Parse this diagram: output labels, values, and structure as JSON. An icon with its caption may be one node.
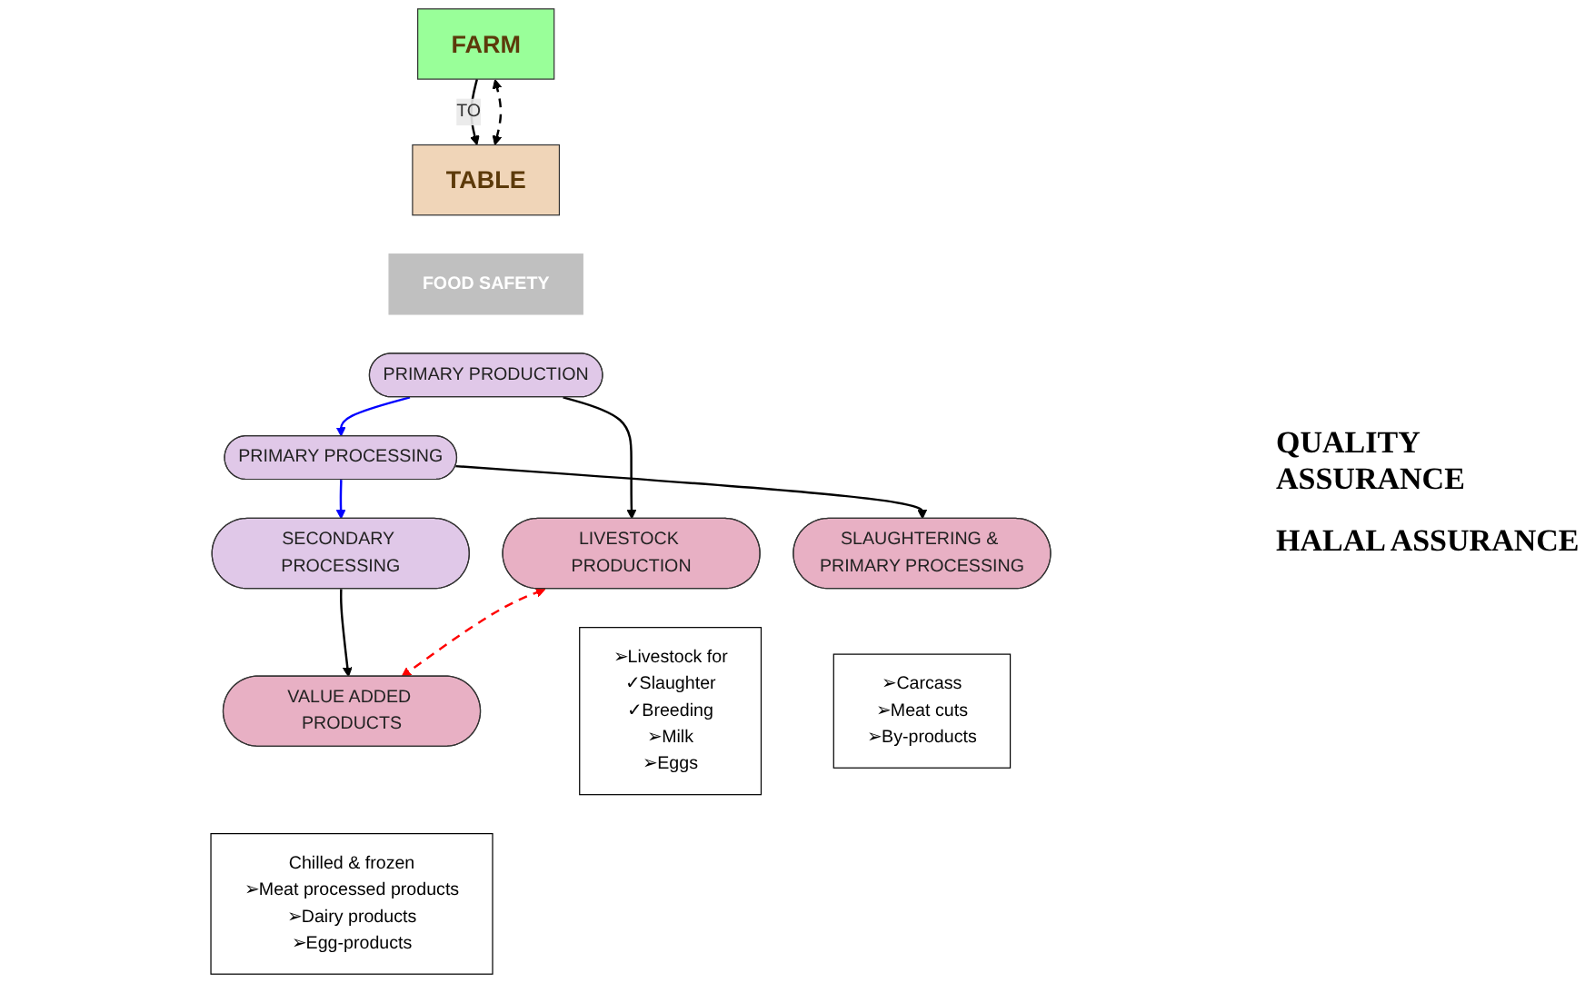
{
  "diagram": {
    "nodes": [
      {
        "text": [
          "FARM"
        ]
      },
      {
        "text": [
          "TABLE"
        ]
      },
      {
        "text": [
          "FOOD SAFETY"
        ]
      },
      {
        "text": [
          "PRIMARY PRODUCTION"
        ]
      },
      {
        "text": [
          "PRIMARY PROCESSING"
        ]
      },
      {
        "text": [
          "SECONDARY PROCESSING"
        ]
      },
      {
        "text": [
          "LIVESTOCK PRODUCTION"
        ]
      },
      {
        "text": [
          "SLAUGHTERING & PRIMARY PROCESSING"
        ]
      },
      {
        "text": [
          "VALUE ADDED PRODUCTS"
        ]
      },
      {
        "text": [
          "➢Livestock for",
          "✓Slaughter",
          "✓Breeding",
          "➢Milk",
          "➢Eggs"
        ]
      },
      {
        "text": [
          "➢Carcass",
          "➢Meat cuts",
          "➢By-products"
        ]
      },
      {
        "text": [
          "Chilled & frozen",
          "➢Meat processed products",
          "➢Dairy products",
          "➢Egg-products"
        ]
      }
    ],
    "edges": [
      {
        "from": 0,
        "to": 1,
        "arrow": "to",
        "label": "TO"
      },
      {
        "from": 0,
        "to": 1,
        "arrow": "both",
        "style": "dashed"
      },
      {
        "from": 3,
        "to": 4,
        "arrow": "to",
        "color": "#0000ff"
      },
      {
        "from": 4,
        "to": 5,
        "arrow": "to",
        "color": "#0000ff"
      },
      {
        "from": 3,
        "to": 6,
        "arrow": "to"
      },
      {
        "from": 4,
        "to": 7,
        "arrow": "to"
      },
      {
        "from": 5,
        "to": 8,
        "arrow": "to"
      },
      {
        "from": 6,
        "to": 8,
        "arrow": "both",
        "style": "dashed",
        "color": "#ff0000"
      }
    ],
    "labels": [
      "QUALITY ASSURANCE",
      "HALAL ASSURANCE"
    ]
  }
}
